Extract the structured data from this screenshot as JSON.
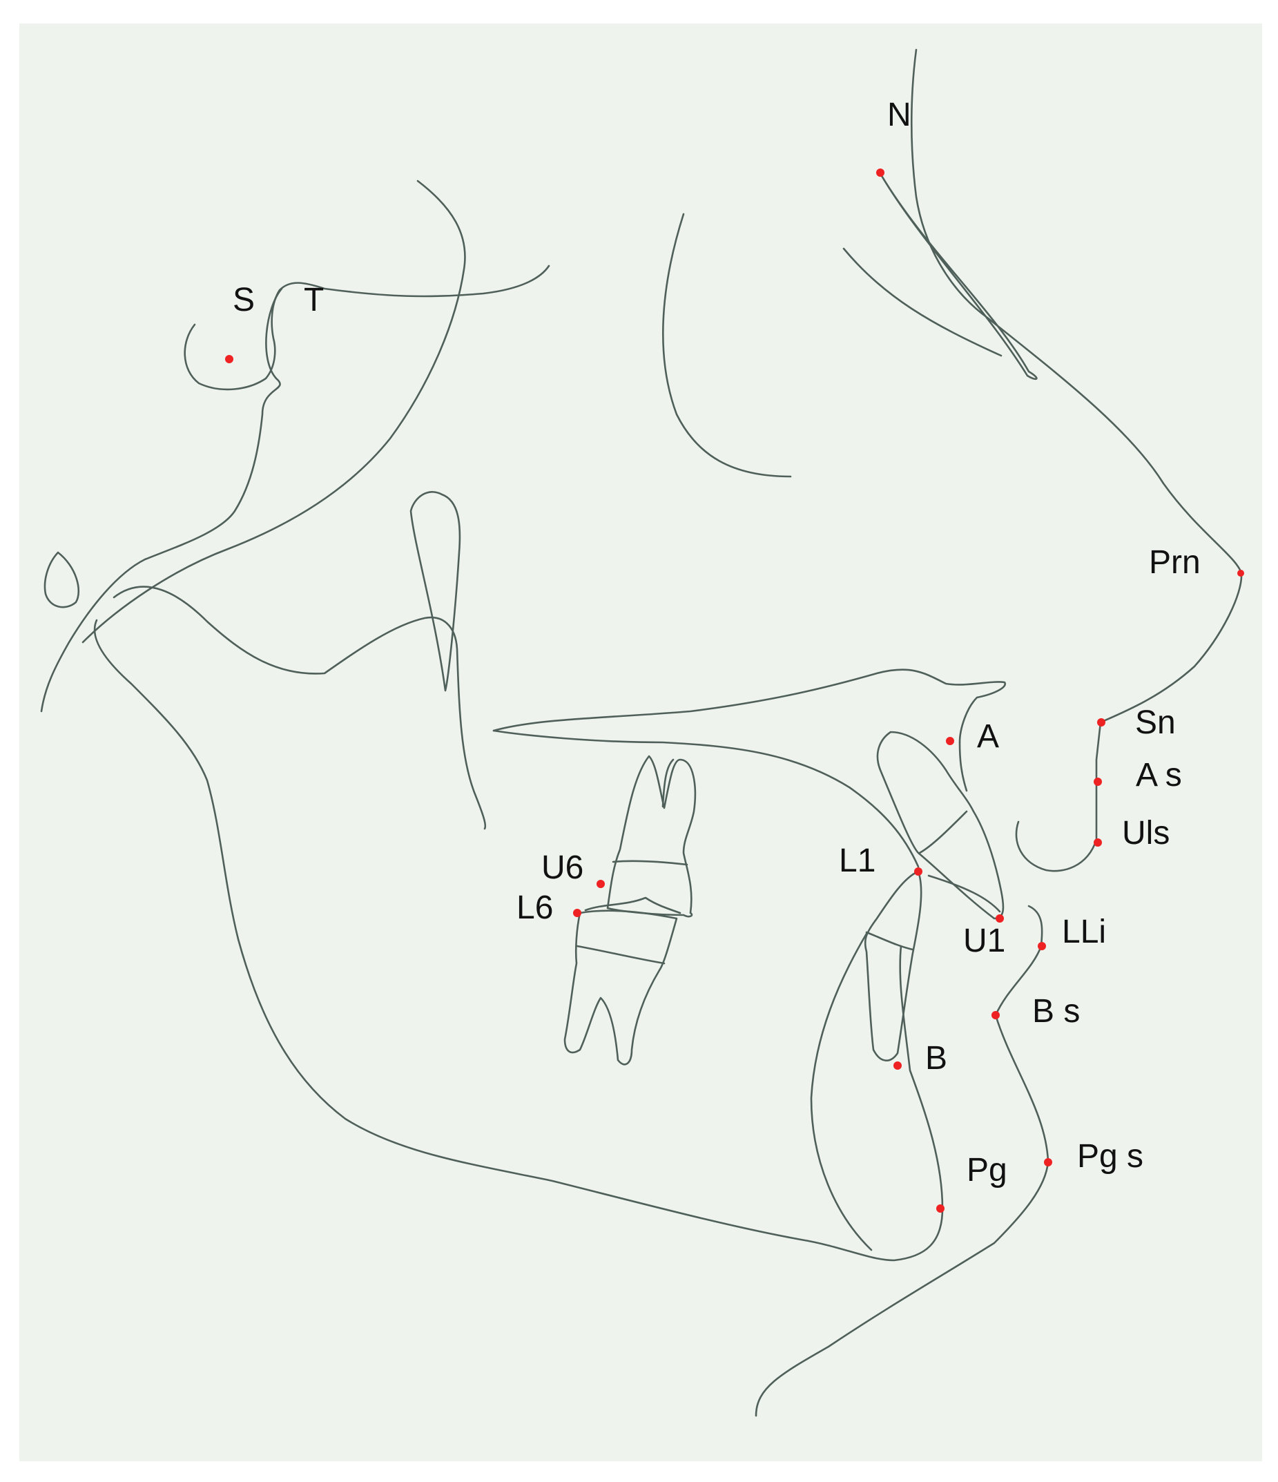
{
  "colors": {
    "background": "#ffffff",
    "panel": "#eef3ee",
    "line": "#4f5f59",
    "landmark": "#ee2222",
    "text": "#111111"
  },
  "landmarks": [
    {
      "key": "N",
      "label": "N"
    },
    {
      "key": "S",
      "label": "S"
    },
    {
      "key": "T",
      "label": "T"
    },
    {
      "key": "Prn",
      "label": "Prn"
    },
    {
      "key": "Sn",
      "label": "Sn"
    },
    {
      "key": "As",
      "label": "A s"
    },
    {
      "key": "Uls",
      "label": "Uls"
    },
    {
      "key": "A",
      "label": "A"
    },
    {
      "key": "L1",
      "label": "L1"
    },
    {
      "key": "U1",
      "label": "U1"
    },
    {
      "key": "LLi",
      "label": "LLi"
    },
    {
      "key": "Bs",
      "label": "B s"
    },
    {
      "key": "B",
      "label": "B"
    },
    {
      "key": "Pg",
      "label": "Pg"
    },
    {
      "key": "Pgs",
      "label": "Pg s"
    },
    {
      "key": "U6",
      "label": "U6"
    },
    {
      "key": "L6",
      "label": "L6"
    }
  ]
}
